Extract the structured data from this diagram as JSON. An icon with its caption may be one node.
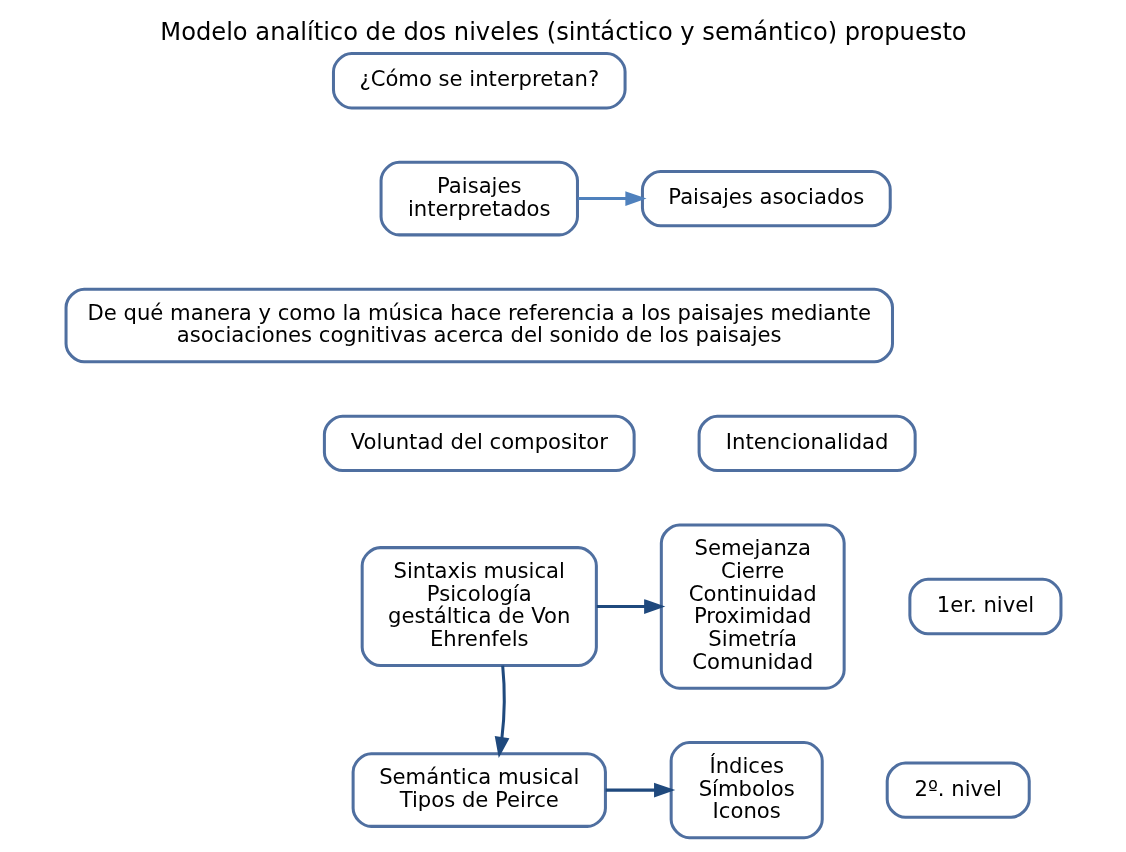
{
  "diagram": {
    "title": "Modelo analítico de dos niveles (sintáctico y semántico) propuesto",
    "nodes": [
      {
        "text": [
          "¿Cómo se interpretan?"
        ]
      },
      {
        "text": [
          "Paisajes interpretados"
        ]
      },
      {
        "text": [
          "Paisajes asociados"
        ]
      },
      {
        "text": [
          "De qué manera y como la música hace referencia a los paisajes mediante asociaciones cognitivas acerca del sonido de los paisajes"
        ]
      },
      {
        "text": [
          "Voluntad del compositor"
        ]
      },
      {
        "text": [
          "Intencionalidad"
        ]
      },
      {
        "text": [
          "Sintaxis musical Psicología gestáltica de Von Ehrenfels"
        ]
      },
      {
        "text": [
          "Semejanza Cierre Continuidad Proximidad Simetría Comunidad"
        ]
      },
      {
        "text": [
          "1er. nivel"
        ]
      },
      {
        "text": [
          "Semántica musical Tipos de Peirce"
        ]
      },
      {
        "text": [
          "Índices Símbolos Iconos"
        ]
      },
      {
        "text": [
          "2º. nivel"
        ]
      }
    ],
    "edges": [
      {
        "from": 1,
        "to": 2,
        "arrow": "to",
        "color": "#4f81bd"
      },
      {
        "from": 6,
        "to": 7,
        "arrow": "to"
      },
      {
        "from": 6,
        "to": 9,
        "arrow": "to"
      },
      {
        "from": 9,
        "to": 10,
        "arrow": "to"
      }
    ]
  }
}
